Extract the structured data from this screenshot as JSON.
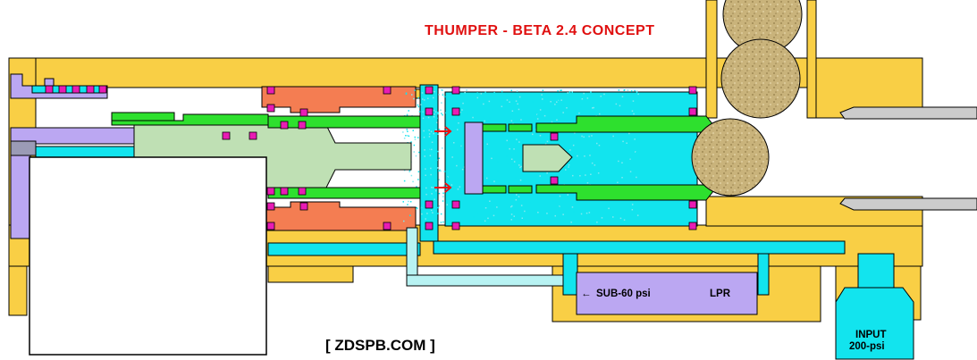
{
  "title": "THUMPER - BETA 2.4 CONCEPT",
  "credit": "[ ZDSPB.COM ]",
  "lpr": {
    "label": "LPR",
    "output_label": "SUB-60 psi",
    "arrow_glyph": "←"
  },
  "input": {
    "label_line1": "INPUT",
    "label_line2": "200-psi"
  },
  "colors": {
    "body": "#f9cf45",
    "valve_green": "#2ee02e",
    "piston_light_green": "#bfe0b4",
    "orange_seal_housing": "#f47d52",
    "cyan_air": "#12e4ee",
    "lpr_purple": "#bba7f2",
    "oring_magenta": "#e81cb4",
    "barrel_grey": "#cccccc",
    "ball_brown": "#c8b27a",
    "arrow_red": "#ee1111"
  },
  "icons": {
    "flow_arrows": "red-right-arrow-icon",
    "paintballs": "paintball-icon"
  }
}
